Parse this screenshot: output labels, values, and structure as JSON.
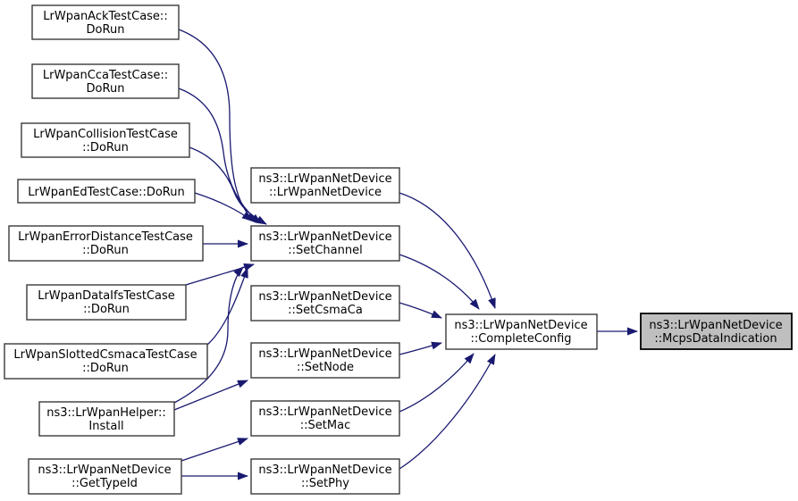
{
  "diagram": {
    "type": "call-graph",
    "colors": {
      "background": "#ffffff",
      "edge": "#191970",
      "node_fill": "#ffffff",
      "node_border": "#3a3a3a",
      "focus_fill": "#bfbfbf",
      "focus_border": "#000000",
      "text": "#000000"
    },
    "nodes": {
      "ack_dorun": {
        "line1": "LrWpanAckTestCase::",
        "line2": "DoRun"
      },
      "cca_dorun": {
        "line1": "LrWpanCcaTestCase::",
        "line2": "DoRun"
      },
      "collision_dorun": {
        "line1": "LrWpanCollisionTestCase",
        "line2": "::DoRun"
      },
      "ed_dorun": {
        "line1": "LrWpanEdTestCase::DoRun"
      },
      "errordistance_dorun": {
        "line1": "LrWpanErrorDistanceTestCase",
        "line2": "::DoRun"
      },
      "dataifs_dorun": {
        "line1": "LrWpanDataIfsTestCase",
        "line2": "::DoRun"
      },
      "slottedcsmaca_dorun": {
        "line1": "LrWpanSlottedCsmacaTestCase",
        "line2": "::DoRun"
      },
      "helper_install": {
        "line1": "ns3::LrWpanHelper::",
        "line2": "Install"
      },
      "gettypeid": {
        "line1": "ns3::LrWpanNetDevice",
        "line2": "::GetTypeId"
      },
      "constructor": {
        "line1": "ns3::LrWpanNetDevice",
        "line2": "::LrWpanNetDevice"
      },
      "setchannel": {
        "line1": "ns3::LrWpanNetDevice",
        "line2": "::SetChannel"
      },
      "setcsmaca": {
        "line1": "ns3::LrWpanNetDevice",
        "line2": "::SetCsmaCa"
      },
      "setnode": {
        "line1": "ns3::LrWpanNetDevice",
        "line2": "::SetNode"
      },
      "setmac": {
        "line1": "ns3::LrWpanNetDevice",
        "line2": "::SetMac"
      },
      "setphy": {
        "line1": "ns3::LrWpanNetDevice",
        "line2": "::SetPhy"
      },
      "completeconfig": {
        "line1": "ns3::LrWpanNetDevice",
        "line2": "::CompleteConfig"
      },
      "mcpsdataindication": {
        "line1": "ns3::LrWpanNetDevice",
        "line2": "::McpsDataIndication"
      }
    },
    "edges": [
      {
        "from": "LrWpanAckTestCase::DoRun",
        "to": "ns3::LrWpanNetDevice::SetChannel"
      },
      {
        "from": "LrWpanCcaTestCase::DoRun",
        "to": "ns3::LrWpanNetDevice::SetChannel"
      },
      {
        "from": "LrWpanCollisionTestCase::DoRun",
        "to": "ns3::LrWpanNetDevice::SetChannel"
      },
      {
        "from": "LrWpanEdTestCase::DoRun",
        "to": "ns3::LrWpanNetDevice::SetChannel"
      },
      {
        "from": "LrWpanErrorDistanceTestCase::DoRun",
        "to": "ns3::LrWpanNetDevice::SetChannel"
      },
      {
        "from": "LrWpanDataIfsTestCase::DoRun",
        "to": "ns3::LrWpanNetDevice::SetChannel"
      },
      {
        "from": "LrWpanSlottedCsmacaTestCase::DoRun",
        "to": "ns3::LrWpanNetDevice::SetChannel"
      },
      {
        "from": "ns3::LrWpanHelper::Install",
        "to": "ns3::LrWpanNetDevice::SetChannel"
      },
      {
        "from": "ns3::LrWpanHelper::Install",
        "to": "ns3::LrWpanNetDevice::SetNode"
      },
      {
        "from": "ns3::LrWpanNetDevice::GetTypeId",
        "to": "ns3::LrWpanNetDevice::SetMac"
      },
      {
        "from": "ns3::LrWpanNetDevice::GetTypeId",
        "to": "ns3::LrWpanNetDevice::SetPhy"
      },
      {
        "from": "ns3::LrWpanNetDevice::LrWpanNetDevice",
        "to": "ns3::LrWpanNetDevice::CompleteConfig"
      },
      {
        "from": "ns3::LrWpanNetDevice::SetChannel",
        "to": "ns3::LrWpanNetDevice::CompleteConfig"
      },
      {
        "from": "ns3::LrWpanNetDevice::SetCsmaCa",
        "to": "ns3::LrWpanNetDevice::CompleteConfig"
      },
      {
        "from": "ns3::LrWpanNetDevice::SetNode",
        "to": "ns3::LrWpanNetDevice::CompleteConfig"
      },
      {
        "from": "ns3::LrWpanNetDevice::SetMac",
        "to": "ns3::LrWpanNetDevice::CompleteConfig"
      },
      {
        "from": "ns3::LrWpanNetDevice::SetPhy",
        "to": "ns3::LrWpanNetDevice::CompleteConfig"
      },
      {
        "from": "ns3::LrWpanNetDevice::CompleteConfig",
        "to": "ns3::LrWpanNetDevice::McpsDataIndication"
      }
    ]
  }
}
